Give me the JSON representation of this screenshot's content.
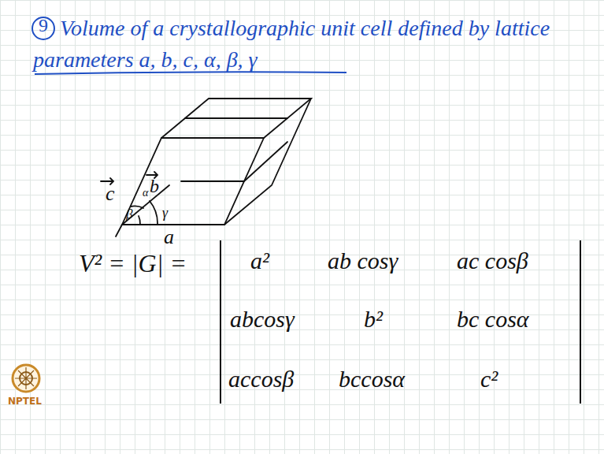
{
  "diagram": {
    "title": "Volume of a crystallographic unit cell defined by lattice parameters a, b, c, α, β, γ",
    "labels": [
      "9",
      "c",
      "b",
      "a",
      "β",
      "γ",
      "α",
      "V² = |G| =",
      "a²",
      "ab cosγ",
      "ac cosβ",
      "abcosγ",
      "b²",
      "bc cosα",
      "accosβ",
      "bccosα",
      "c²",
      "NPTEL"
    ]
  }
}
